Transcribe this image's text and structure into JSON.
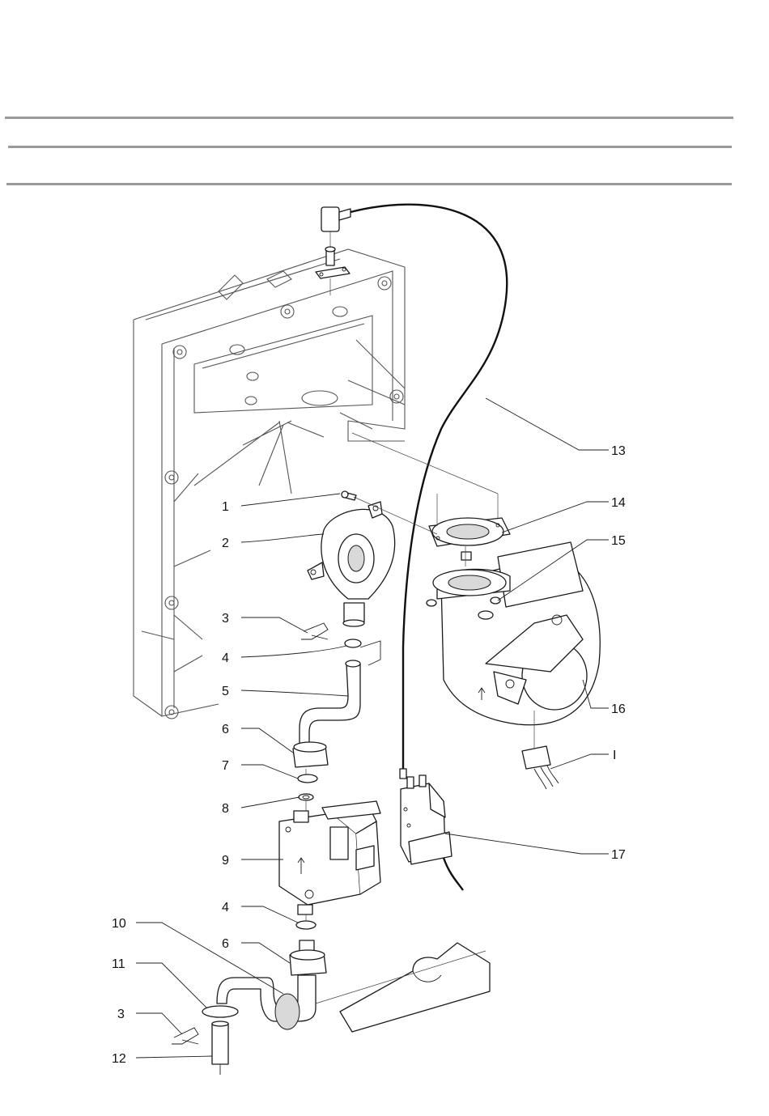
{
  "diagram": {
    "labels": [
      {
        "id": "label-1",
        "text": "1"
      },
      {
        "id": "label-2",
        "text": "2"
      },
      {
        "id": "label-3a",
        "text": "3"
      },
      {
        "id": "label-4a",
        "text": "4"
      },
      {
        "id": "label-5",
        "text": "5"
      },
      {
        "id": "label-6a",
        "text": "6"
      },
      {
        "id": "label-7",
        "text": "7"
      },
      {
        "id": "label-8",
        "text": "8"
      },
      {
        "id": "label-9",
        "text": "9"
      },
      {
        "id": "label-4b",
        "text": "4"
      },
      {
        "id": "label-10",
        "text": "10"
      },
      {
        "id": "label-6b",
        "text": "6"
      },
      {
        "id": "label-11",
        "text": "11"
      },
      {
        "id": "label-3b",
        "text": "3"
      },
      {
        "id": "label-12",
        "text": "12"
      },
      {
        "id": "label-13",
        "text": "13"
      },
      {
        "id": "label-14",
        "text": "14"
      },
      {
        "id": "label-15",
        "text": "15"
      },
      {
        "id": "label-16",
        "text": "16"
      },
      {
        "id": "label-I",
        "text": "I"
      },
      {
        "id": "label-17",
        "text": "17"
      }
    ]
  }
}
